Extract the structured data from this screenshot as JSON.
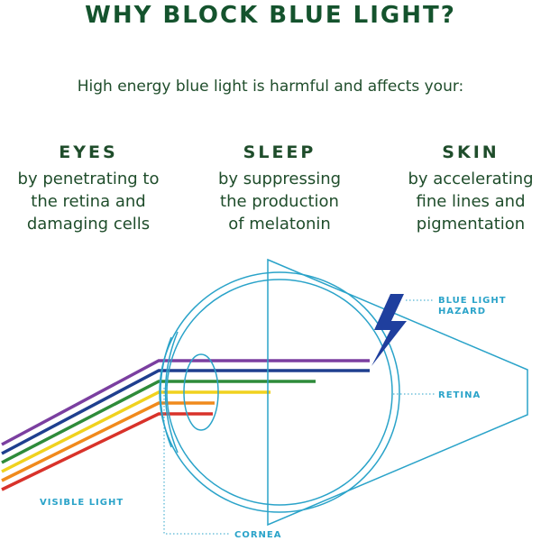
{
  "header": {
    "title": "WHY BLOCK BLUE LIGHT?",
    "subtitle": "High energy blue light is harmful and affects your:"
  },
  "columns": [
    {
      "heading": "EYES",
      "text": "by penetrating to\nthe retina and\ndamaging cells"
    },
    {
      "heading": "SLEEP",
      "text": "by suppressing\nthe production\nof melatonin"
    },
    {
      "heading": "SKIN",
      "text": "by accelerating\nfine lines and\npigmentation"
    }
  ],
  "diagram": {
    "labels": {
      "blue_light_hazard_line1": "BLUE LIGHT",
      "blue_light_hazard_line2": "HAZARD",
      "retina": "RETINA",
      "visible_light": "VISIBLE LIGHT",
      "cornea": "CORNEA"
    },
    "colors": {
      "outline": "#2aa3c9",
      "bolt": "#1f3f9e",
      "rays": [
        "#7b3fa0",
        "#1f3f8f",
        "#2e8b3a",
        "#f0d21f",
        "#f08a1c",
        "#d8322a"
      ]
    }
  }
}
